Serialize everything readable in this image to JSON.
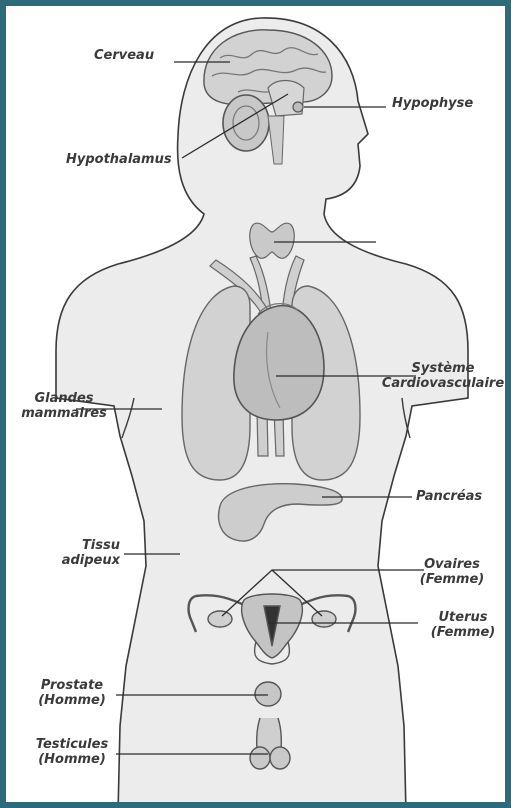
{
  "colors": {
    "border": "#2e6b7a",
    "body": "#ececec",
    "organ": "#cfcfcf",
    "line": "#2b2b2b",
    "text": "#3a3a3a"
  },
  "labels": {
    "cerveau": "Cerveau",
    "hypophyse": "Hypophyse",
    "hypothalamus": "Hypothalamus",
    "systeme_1": "Système",
    "systeme_2": "Cardiovasculaire",
    "glandes_1": "Glandes",
    "glandes_2": "mammaires",
    "pancreas": "Pancréas",
    "tissu_1": "Tissu",
    "tissu_2": "adipeux",
    "ovaires_1": "Ovaires",
    "ovaires_2": "(Femme)",
    "uterus_1": "Uterus",
    "uterus_2": "(Femme)",
    "prostate_1": "Prostate",
    "prostate_2": "(Homme)",
    "testicules_1": "Testicules",
    "testicules_2": "(Homme)"
  },
  "icons": {
    "body": "human-body-silhouette-icon",
    "brain": "brain-icon",
    "thyroid": "thyroid-icon",
    "heart": "heart-icon",
    "lungs": "lungs-icon",
    "pancreas": "pancreas-icon",
    "uterus": "uterus-icon",
    "prostate": "prostate-icon",
    "testicles": "testicles-icon"
  }
}
